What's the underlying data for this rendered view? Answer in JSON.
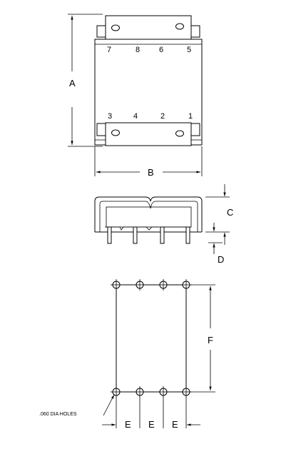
{
  "top_view": {
    "top_pins": [
      "7",
      "8",
      "6",
      "5"
    ],
    "bottom_pins": [
      "3",
      "4",
      "2",
      "1"
    ],
    "dim_a": "A",
    "dim_b": "B"
  },
  "side_view": {
    "dim_c": "C",
    "dim_d": "D"
  },
  "footprint": {
    "dim_f": "F",
    "dim_e": [
      "E",
      "E",
      "E"
    ],
    "hole_note": ".060 DIA HOLES"
  }
}
